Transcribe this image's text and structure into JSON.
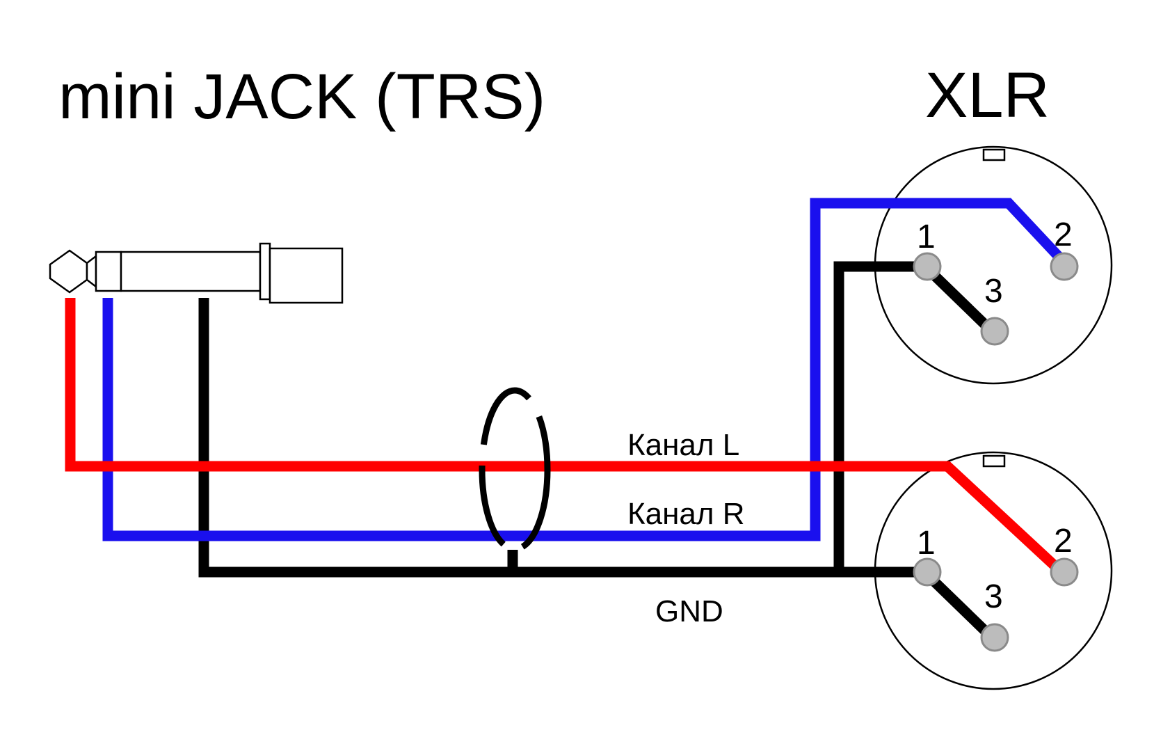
{
  "titles": {
    "jack": "mini JACK (TRS)",
    "xlr": "XLR"
  },
  "channels": {
    "left": "Канал L",
    "right": "Канал R",
    "ground": "GND"
  },
  "xlr_top": {
    "pins": [
      "1",
      "2",
      "3"
    ]
  },
  "xlr_bottom": {
    "pins": [
      "1",
      "2",
      "3"
    ]
  },
  "colors": {
    "left_wire": "#ff0000",
    "right_wire": "#1a10ee",
    "ground_wire": "#000000",
    "pin_fill": "#bcbcbc"
  }
}
